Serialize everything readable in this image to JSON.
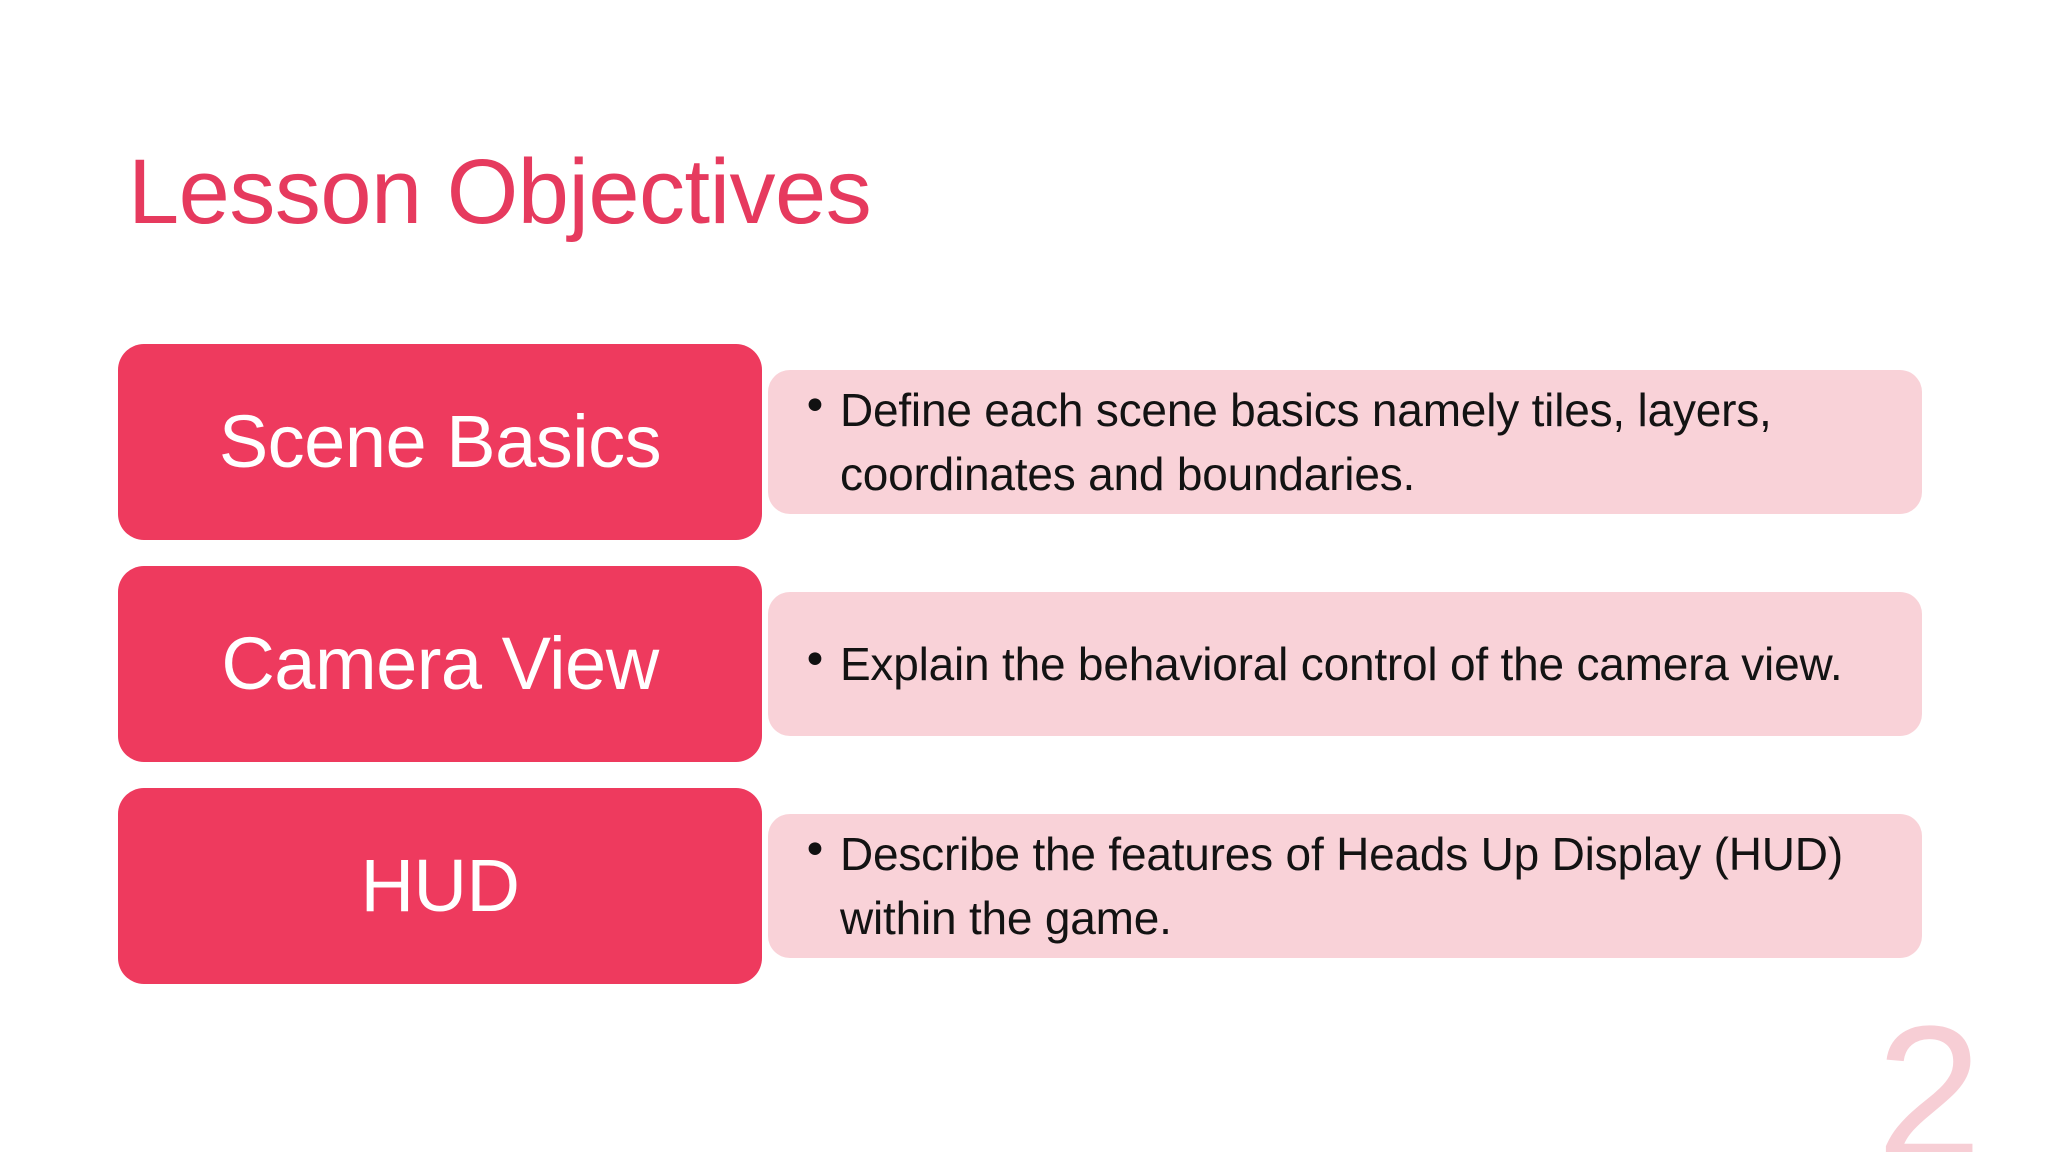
{
  "slide": {
    "title": "Lesson Objectives",
    "page_number": "2",
    "colors": {
      "background": "#FFFFFF",
      "title_pink": "#E63A5E",
      "label_pink": "#EE3A5E",
      "panel_light_pink": "#F9D2D8",
      "page_number_pink": "#F7CED5",
      "label_text": "#FFFFFF",
      "body_text": "#131313"
    },
    "bullet_glyph": "•",
    "rows": [
      {
        "label": "Scene Basics",
        "bullet": "Define each scene basics namely tiles, layers, coordinates and boundaries."
      },
      {
        "label": "Camera View",
        "bullet": "Explain the behavioral control of the camera view."
      },
      {
        "label": "HUD",
        "bullet": "Describe the features of Heads Up Display (HUD) within the game."
      }
    ]
  }
}
